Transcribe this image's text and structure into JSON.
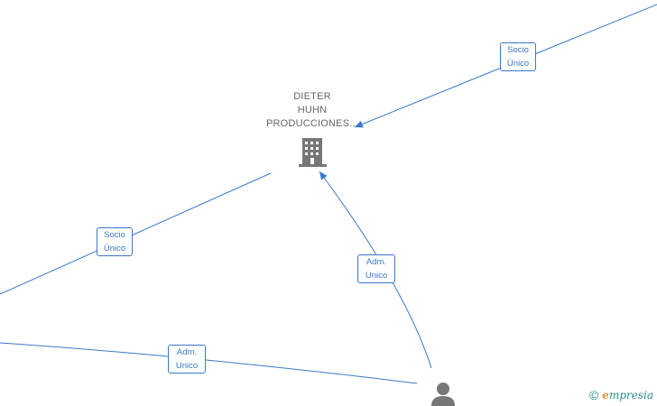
{
  "colors": {
    "edge": "#3a78c8",
    "icon": "#777777",
    "label_text": "#666666"
  },
  "nodes": {
    "company": {
      "name_lines": [
        "DIETER",
        "HUHN",
        "PRODUCCIONES..."
      ],
      "icon": "building-icon"
    },
    "person": {
      "icon": "person-icon"
    }
  },
  "edges": [
    {
      "id": "top-right",
      "label": [
        "Socio",
        "Único"
      ]
    },
    {
      "id": "left",
      "label": [
        "Socio",
        "Único"
      ]
    },
    {
      "id": "person-company",
      "label": [
        "Adm.",
        "Unico"
      ]
    },
    {
      "id": "bottom",
      "label": [
        "Adm.",
        "Unico"
      ]
    }
  ],
  "watermark": {
    "symbol": "©",
    "brand_initial": "e",
    "brand_rest": "mpresia"
  }
}
